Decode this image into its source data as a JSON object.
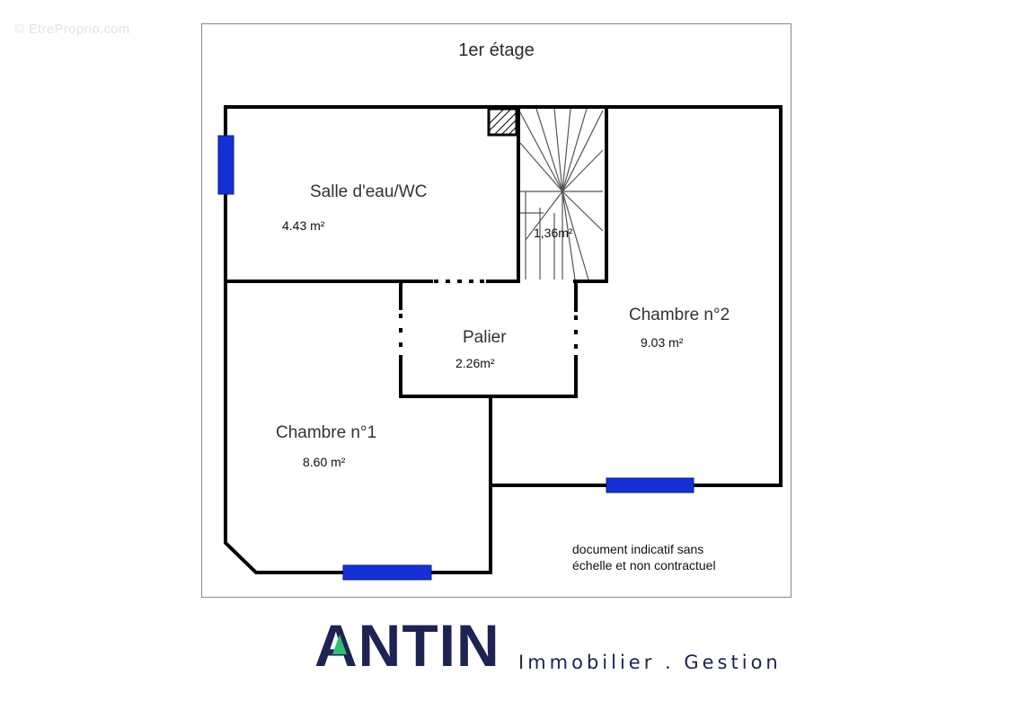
{
  "watermark": "© EtreProprio.com",
  "plan": {
    "title": "1er étage",
    "rooms": [
      {
        "name": "Salle d'eau/WC",
        "area": "4.43 m²"
      },
      {
        "name": "",
        "area": "1,36m²"
      },
      {
        "name": "Palier",
        "area": "2.26m²"
      },
      {
        "name": "Chambre n°2",
        "area": "9.03 m²"
      },
      {
        "name": "Chambre n°1",
        "area": "8.60 m²"
      }
    ],
    "note": [
      "document indicatif sans",
      "échelle et non contractuel"
    ],
    "colors": {
      "wall": "#000000",
      "window": "#1530d6",
      "frame": "#8a8a8a"
    }
  },
  "brand": {
    "name": "ANTIN",
    "tagline": "Immobilier . Gestion",
    "colors": {
      "primary": "#1d2352",
      "accent": "#2fbf71"
    }
  }
}
